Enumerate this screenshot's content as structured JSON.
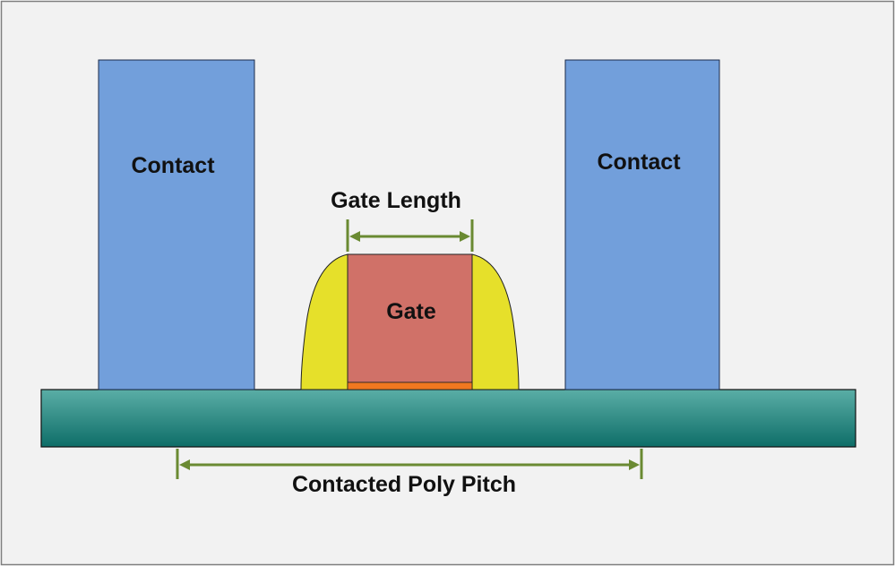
{
  "labels": {
    "contact_left": "Contact",
    "contact_right": "Contact",
    "gate": "Gate",
    "gate_length": "Gate Length",
    "contacted_poly_pitch": "Contacted Poly Pitch"
  },
  "colors": {
    "background": "#f2f2f2",
    "border": "#7f7f7f",
    "contact_fill": "#729fdb",
    "gate_fill": "#d07168",
    "spacer_fill": "#e6e02a",
    "gate_oxide": "#f07820",
    "substrate_top": "#5aaea6",
    "substrate_bottom": "#0e6e68",
    "dimension_line": "#6a8a32"
  }
}
